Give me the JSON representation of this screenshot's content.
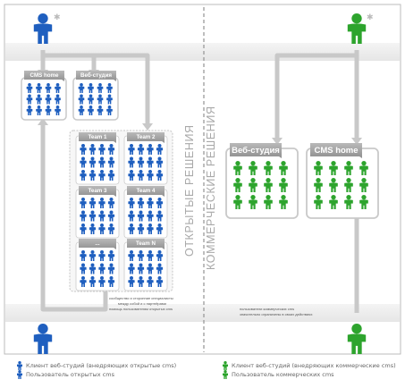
{
  "colors": {
    "open": "#1f5fbf",
    "commercial": "#2da42d",
    "panel_gray": "#d8d8d8",
    "line_gray": "#c8c8c8",
    "text_gray": "#999999"
  },
  "sections": {
    "open_title": "ОТКРЫТЫЕ РЕШЕНИЯ",
    "commercial_title": "КОММЕРЧЕСКИЕ РЕШЕНИЯ"
  },
  "open": {
    "boxes": [
      {
        "label": "CMS home"
      },
      {
        "label": "Веб-студия"
      }
    ],
    "teams": [
      {
        "label": "Team 1"
      },
      {
        "label": "Team 2"
      },
      {
        "label": "Team 3"
      },
      {
        "label": "Team 4"
      },
      {
        "label": "..."
      },
      {
        "label": "Team N"
      }
    ],
    "note_line1": "сообщество и сторонние специалисты",
    "note_line2": "между собой и с партнёрами",
    "note_line3": "помощь пользователям открытых cms"
  },
  "commercial": {
    "boxes": [
      {
        "label": "Веб-студия"
      },
      {
        "label": "CMS home"
      }
    ],
    "note_line1": "пользователи коммерческих cms",
    "note_line2": "значительно ограничены в своих действиях"
  },
  "legend": {
    "open_client": "Клиент веб-студий (внедряющих открытые cms)",
    "open_user": "Пользователь открытых cms",
    "commercial_client": "Клиент веб-студий (внедряющих коммерческие cms)",
    "commercial_user": "Пользователь коммерческих cms"
  }
}
